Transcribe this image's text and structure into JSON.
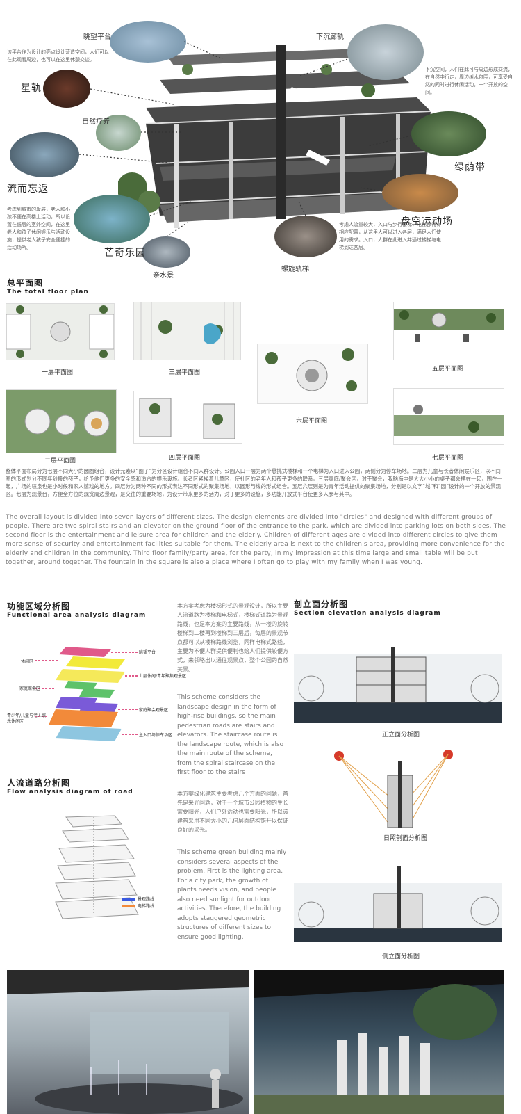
{
  "hero": {
    "callouts": {
      "viewing_platform": "眺望平台",
      "sunken_track": "下沉廊轨",
      "star_track": "星轨",
      "natural_cultivation": "自然疗养",
      "green_belt": "绿荫带",
      "linger": "流而忘返",
      "suspended_sports": "盘空运动场",
      "fun_park": "芒奇乐园",
      "spiral_track": "螺旋轨梯",
      "water_feature": "亲水景"
    },
    "notes": {
      "top_left": "该平台作为设计的亮点设计营造空间，人们可以在此观看周边，也可以在这里休憩交谈。",
      "top_right": "下沉空间，人们在此可与周边形成交流，在自然中行走，周边树木包围，可享受自然的同时进行休闲活动，一个开放的空间。",
      "mid_left": "考虑到城市的发展，老人和小孩不便在高楼上活动，所以设置在低层的室外空间，在这里老人和孩子休闲娱乐与活动设施，提供老人孩子安全便捷的活动场所。",
      "mid_right": "考虑人流量较大，入口与步行楼梯，电梯都需有相应配置，从这里人可以进入各层，满足人们使用的需求。入口，人群在此进入并通过楼梯与电梯到达各层。"
    }
  },
  "floor_plan": {
    "title_cn": "总平面图",
    "title_en": "The total floor plan",
    "labels": {
      "first": "一层平面图",
      "third": "三层平面图",
      "fifth": "五层平面图",
      "sixth": "六层平面图",
      "second": "二层平面图",
      "fourth": "四层平面图",
      "seventh": "七层平面图"
    }
  },
  "description": {
    "cn": "整体平面布局分为七层不同大小的圆圈组合，设计元素以“圈子”为分区设计组合不同人群设计。公园入口一层为两个悬挑式楼梯和一个电梯为入口进入公园，两侧分为停车场地。二层为儿童与长者休闲娱乐区，以不同圈的形式划分不同年龄段的孩子，给予他们更多的安全感和适合的娱乐设施。长者区紧挨着儿童区，使社区的老年人和孩子更多的联系。三层家庭/聚会区，对于聚会，我脑海中是大大小小的桌子都会摆在一起，围在一起，广场的喷泉也是小时候和家人嬉戏的地方。四层分为两种不同的形式表达不同形式的聚集场地，以圆形与线的形式组合。五层六层则是为青年活动提供的聚集场地，分别是以文字“城”和“园”设计的一个开放的景观区。七层为观景台，方便全方位的观赏周边景观，是交往的重要场地，为设计带来更多的活力，对于更多的设施，多功能开放式平台使更多人参与其中。",
    "en": "The overall layout is divided into seven layers of different sizes. The design elements are divided into \"circles\" and designed with different groups of people. There are two spiral stairs and an elevator on the ground floor of the entrance to the park, which are divided into parking lots on both sides. The second floor is the entertainment and leisure area for children and the elderly. Children of different ages are divided into different circles to give them more sense of security and entertainment facilities suitable for them. The elderly area is next to the children's area, providing more convenience for the elderly and children in the community. Third floor family/party area, for the party, in my impression at this time large and small table will be put together, around together. The fountain in the square is also a place where I often go to play with my family when I was young."
  },
  "functional": {
    "title_cn": "功能区域分析图",
    "title_en": "Functional area analysis diagram",
    "layers": {
      "viewing": "眺望平台",
      "leisure": "休闲区",
      "family": "家庭聚会区",
      "up": "上层休闲/青年聚集观景区",
      "youth": "青少年/儿童与老人娱乐休闲区",
      "aged": "家庭聚会观景区",
      "entry": "主入口与停车场区"
    }
  },
  "flow": {
    "title_cn": "人流道路分析图",
    "title_en": "Flow analysis diagram of road",
    "legend": [
      "景观路线",
      "电梯路线"
    ]
  },
  "middle_text": {
    "cn1": "本方案考虑为楼梯形式的景观设计，所以主要人流道路为楼梯和电梯式，楼梯式道路为景观路线，也是本方案的主要路线，从一楼的旋转楼梯到二楼再到楼梯到三层后，每层的景观节点都可以从楼梯路线浏览，同样电梯式路线，主要为不便人群提供便利也给人们提供较便方式，来领略出以通往观景点，整个公园的自然美景。",
    "en1": "This scheme considers the landscape design in the form of high-rise buildings, so the main pedestrian roads are stairs and elevators. The staircase route is the landscape route, which is also the main route of the scheme, from the spiral staircase on the first floor to the stairs",
    "cn2": "本方案绿化建筑主要考虑几个方面的问题，首先是采光问题，对于一个城市公园植物的生长需要阳光，人们户外活动也需要阳光，所以该建筑采用不同大小的几何层面结构错开以保证良好的采光。",
    "en2": "This scheme green building mainly considers several aspects of the problem. First is the lighting area. For a city park, the growth of plants needs vision, and people also need sunlight for outdoor activities. Therefore, the building adopts staggered geometric structures of different sizes to ensure good lighting."
  },
  "section": {
    "title_cn": "剖立面分析图",
    "title_en": "Section elevation analysis diagram",
    "labels": [
      "正立面分析图",
      "日照剖面分析图",
      "侧立面分析图"
    ]
  },
  "colors": {
    "ink": "#222222",
    "grey_text": "#777777",
    "sky": "#dfe6ea",
    "ground": "#1f2a33",
    "tree": "#4a6b3a",
    "accent_red": "#d63a2a"
  }
}
